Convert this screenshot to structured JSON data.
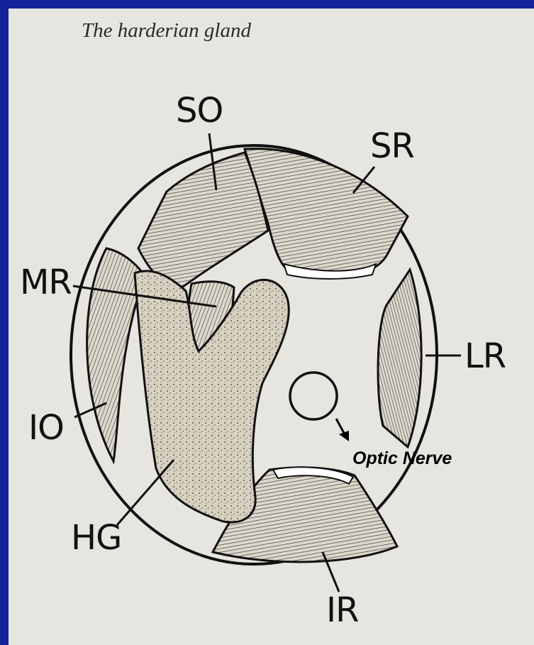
{
  "caption": "The harderian gland",
  "labels": {
    "so": "SO",
    "sr": "SR",
    "mr": "MR",
    "lr": "LR",
    "io": "IO",
    "hg": "HG",
    "ir": "IR",
    "optic_nerve": "Optic Nerve"
  },
  "colors": {
    "slide_border": "#14229a",
    "paper": "#e7e5df",
    "ink": "#111111",
    "gland_fill": "#d9d2c2"
  }
}
